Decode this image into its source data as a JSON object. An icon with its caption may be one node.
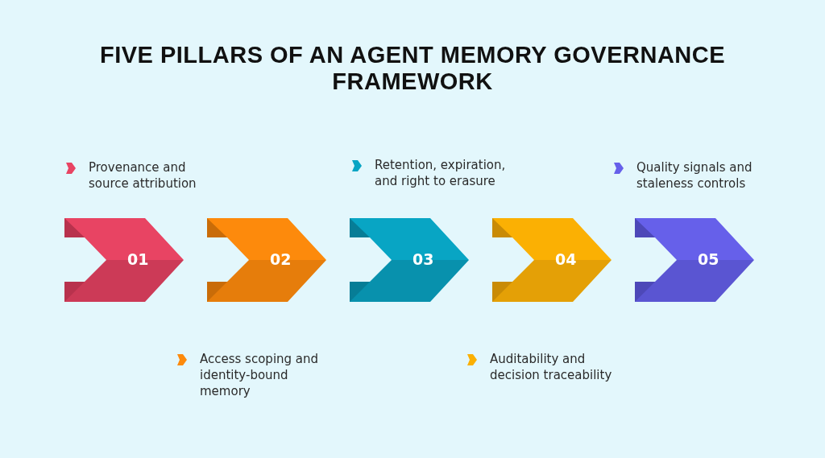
{
  "diagram": {
    "title": "FIVE PILLARS OF AN AGENT MEMORY GOVERNANCE FRAMEWORK",
    "nodes": [
      {
        "text": [
          "01"
        ],
        "beside": [
          "Provenance and source attribution"
        ]
      },
      {
        "text": [
          "02"
        ]
      },
      {
        "text": [
          "03"
        ],
        "beside": [
          "Retention, expiration, and right to erasure"
        ]
      },
      {
        "text": [
          "04"
        ]
      },
      {
        "text": [
          "05"
        ],
        "beside": [
          "Quality signals and staleness controls"
        ]
      }
    ],
    "edges": [],
    "labels": [
      "Access scoping and identity-bound memory",
      "Auditability and decision traceability"
    ]
  }
}
